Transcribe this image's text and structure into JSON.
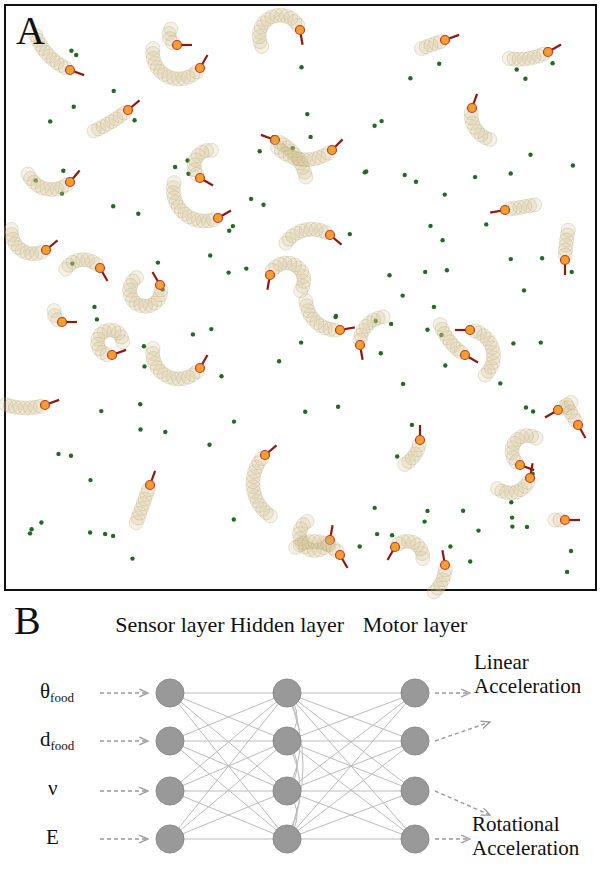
{
  "diagram": {
    "labels": [
      "A",
      "B",
      "Sensor layer",
      "Hidden layer",
      "Motor layer",
      "θfood",
      "dfood",
      "ν",
      "E",
      "Linear Acceleration",
      "Rotational Acceleration"
    ]
  }
}
